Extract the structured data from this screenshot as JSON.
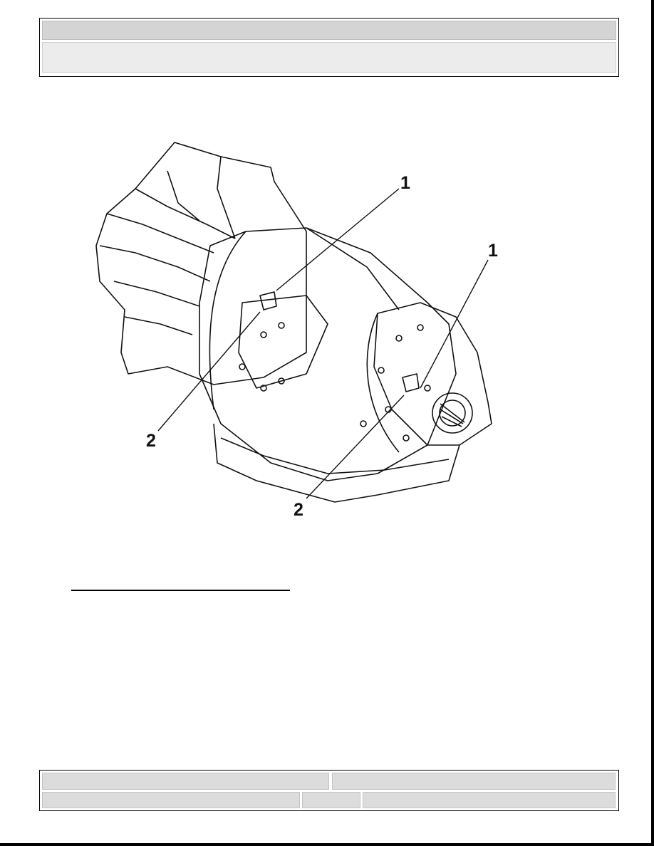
{
  "header": {
    "title": "",
    "subtitle": ""
  },
  "figure": {
    "callouts": [
      "1",
      "1",
      "2",
      "2"
    ]
  },
  "footer": {
    "left_top": "",
    "right_top": "",
    "left_bottom": "",
    "middle_bottom": "",
    "right_bottom": ""
  },
  "colors": {
    "border": "#000000",
    "header_bar": "#d4d4d4",
    "header_body": "#ececec",
    "footer_cell": "#dcdcdc"
  }
}
